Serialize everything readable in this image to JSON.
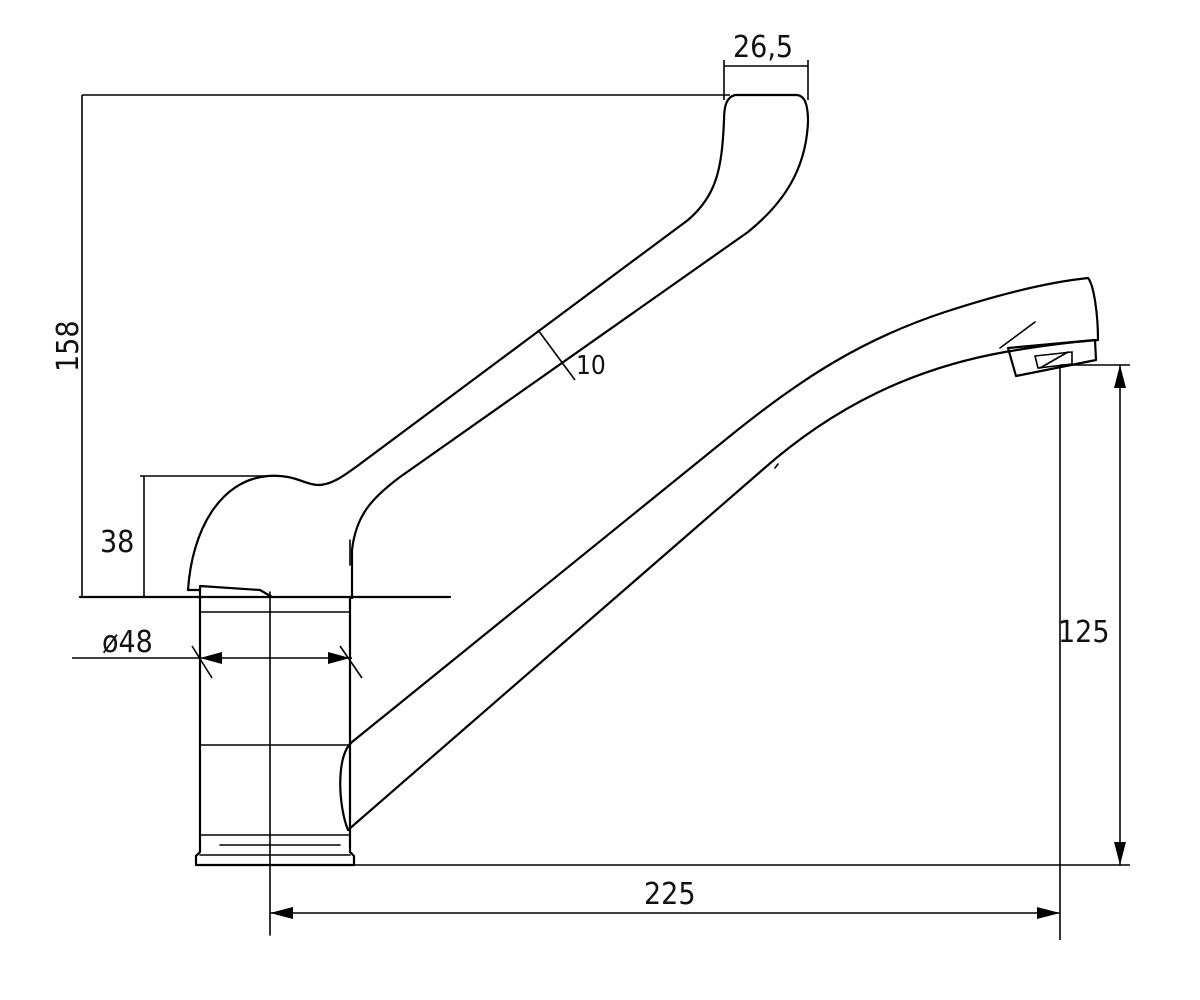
{
  "dimensions": {
    "lever_tip_width": "26,5",
    "lever_thickness": "10",
    "total_height": "158",
    "body_height": "38",
    "base_diameter": "ø48",
    "spout_height": "125",
    "spout_reach": "225"
  },
  "colors": {
    "line": "#000000",
    "background": "#ffffff"
  }
}
